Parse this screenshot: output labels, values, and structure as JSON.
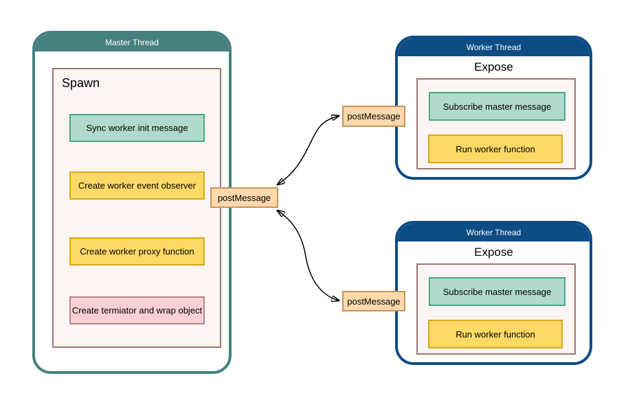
{
  "master_thread": {
    "header": "Master Thread",
    "section_label": "Spawn",
    "tasks": [
      {
        "label": "Sync worker init message",
        "style": "teal"
      },
      {
        "label": "Create worker event observer",
        "style": "yellow"
      },
      {
        "label": "Create worker proxy function",
        "style": "yellow"
      },
      {
        "label": "Create termiator and wrap object",
        "style": "pink"
      }
    ],
    "post_message_label": "postMessage"
  },
  "worker_threads": [
    {
      "header": "Worker Thread",
      "section_label": "Expose",
      "tasks": [
        {
          "label": "Subscribe master message",
          "style": "teal"
        },
        {
          "label": "Run worker function",
          "style": "yellow"
        }
      ],
      "post_message_label": "postMessage"
    },
    {
      "header": "Worker Thread",
      "section_label": "Expose",
      "tasks": [
        {
          "label": "Subscribe master message",
          "style": "teal"
        },
        {
          "label": "Run worker function",
          "style": "yellow"
        }
      ],
      "post_message_label": "postMessage"
    }
  ],
  "connections": [
    {
      "from": "master-postmessage",
      "to": "worker1-postmessage",
      "bidirectional": true
    },
    {
      "from": "master-postmessage",
      "to": "worker2-postmessage",
      "bidirectional": true
    }
  ],
  "colors": {
    "master_accent": "#45807E",
    "worker_accent": "#0D4C85",
    "group_border": "#9E7670",
    "group_fill": "#FCF5F4",
    "teal_fill": "#B0DACD",
    "teal_border": "#4AA77D",
    "yellow_fill": "#FFD966",
    "yellow_border": "#D6A915",
    "pink_fill": "#F9D0D3",
    "pink_border": "#B2868D",
    "postmessage_fill": "#FBD9AC",
    "postmessage_border": "#C99356",
    "arrow": "#000000",
    "background": "#FFFFFF"
  }
}
